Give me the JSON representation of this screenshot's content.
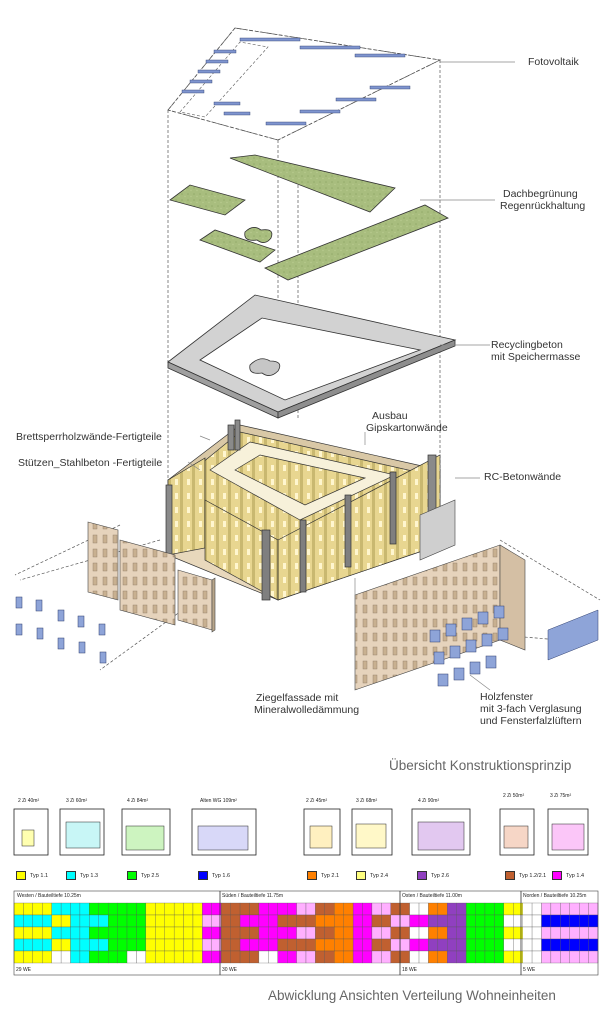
{
  "labels": {
    "photovoltaik": "Fotovoltaik",
    "dach1": "Dachbegrünung",
    "dach2": "Regenrückhaltung",
    "recycling1": "Recyclingbeton",
    "recycling2": "mit Speichermasse",
    "ausbau1": "Ausbau",
    "ausbau2": "Gipskartonwände",
    "brett": "Brettsperrholzwände-Fertigteile",
    "stuetzen": "Stützen_Stahlbeton -Fertigteile",
    "rc": "RC-Betonwände",
    "ziegel1": "Ziegelfassade mit",
    "ziegel2": "Mineralwolledämmung",
    "holz1": "Holzfenster",
    "holz2": "mit 3-fach Verglasung",
    "holz3": "und Fensterfalzlüftern"
  },
  "titles": {
    "overview": "Übersicht Konstruktionsprinzip",
    "unfolding": "Abwicklung Ansichten Verteilung Wohneinheiten"
  },
  "unit_types": [
    {
      "label": "2 Zi 40m²",
      "type": "Typ 1.1",
      "color": "#ffff00"
    },
    {
      "label": "3 Zi 60m²",
      "type": "Typ 1.3",
      "color": "#00ffff"
    },
    {
      "label": "4 Zi 84m²",
      "type": "Typ 2.5",
      "color": "#00ff00"
    },
    {
      "label": "Alten WG 109m²",
      "type": "Typ 1.6",
      "color": "#0000ff"
    },
    {
      "label": "2 Zi 45m²",
      "type": "Typ 2.1",
      "color": "#ff8000"
    },
    {
      "label": "3 Zi 68m²",
      "type": "Typ 2.4",
      "color": "#ffff80"
    },
    {
      "label": "4 Zi 90m²",
      "type": "Typ 2.6",
      "color": "#9040c0"
    },
    {
      "label": "2 Zi 50m²",
      "type": "Typ 1.2/2.1",
      "color": "#c06030"
    },
    {
      "label": "3 Zi 75m²",
      "type": "Typ 1.4",
      "color": "#ff00ff"
    }
  ],
  "facades": [
    {
      "label": "Westen / Bauteiltiefe 10.25m",
      "count": "29 WE"
    },
    {
      "label": "Süden / Bauteiltiefe 11.75m",
      "count": "30 WE"
    },
    {
      "label": "Osten / Bauteiltiefe 11.00m",
      "count": "18 WE"
    },
    {
      "label": "Norden / Bauteiltiefe 10.25m",
      "count": "5 WE"
    }
  ],
  "colors": {
    "green_roof": "#a4b87a",
    "concrete": "#bdbdbd",
    "clt_wood": "#e8d690",
    "brick_facade": "#e6d3bc",
    "window_blue": "#8ea4d8",
    "leader_line": "#888888"
  }
}
